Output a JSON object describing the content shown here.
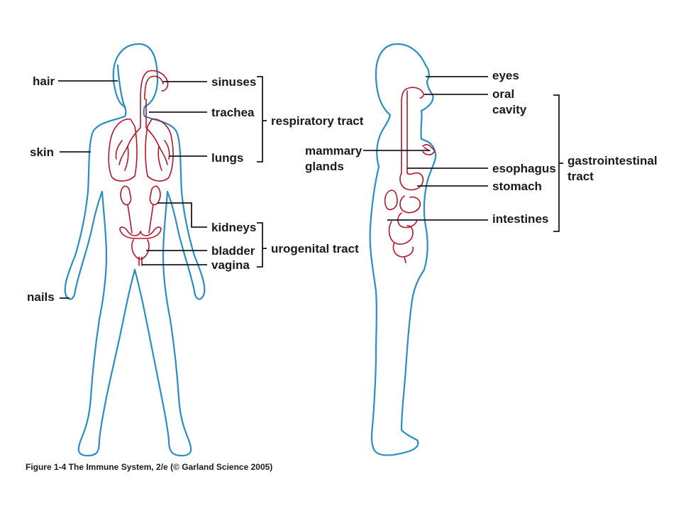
{
  "labels": {
    "hair": "hair",
    "skin": "skin",
    "nails": "nails",
    "sinuses": "sinuses",
    "trachea": "trachea",
    "lungs": "lungs",
    "respiratory_tract": "respiratory tract",
    "kidneys": "kidneys",
    "bladder": "bladder",
    "vagina": "vagina",
    "urogenital_tract": "urogenital tract",
    "eyes": "eyes",
    "oral_line1": "oral",
    "oral_line2": "cavity",
    "mammary_line1": "mammary",
    "mammary_line2": "glands",
    "esophagus": "esophagus",
    "stomach": "stomach",
    "intestines": "intestines",
    "gastro_line1": "gastrointestinal",
    "gastro_line2": "tract"
  },
  "caption": "Figure 1-4 The Immune System, 2/e (© Garland Science 2005)",
  "colors": {
    "body_outline": "#2a8ec4",
    "organs": "#b5162b",
    "text": "#1a1a1a"
  }
}
